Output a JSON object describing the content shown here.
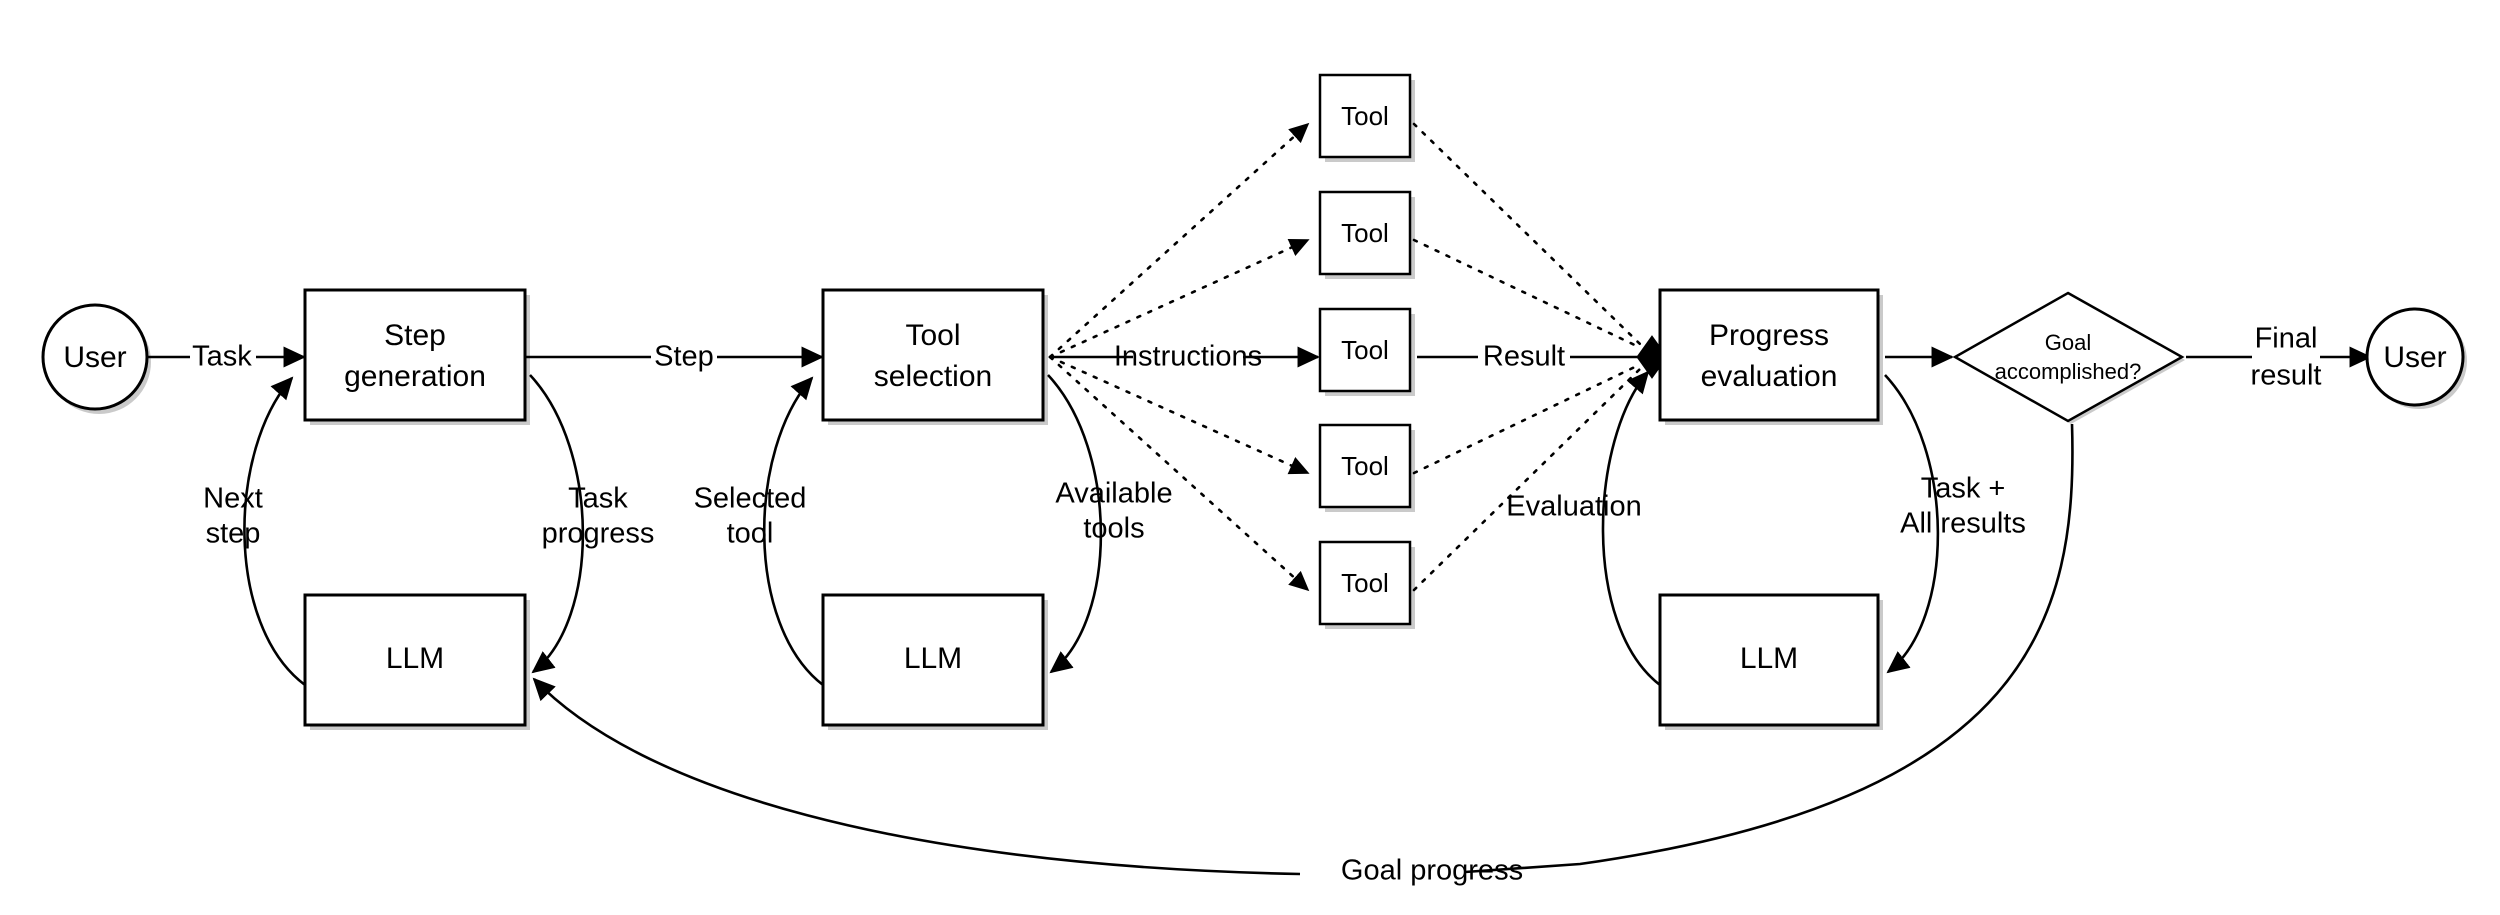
{
  "diagram": {
    "title": "Agentic LLM task execution loop",
    "colors": {
      "stroke": "#000000",
      "fill": "#ffffff",
      "shadow": "#b8b8b8"
    },
    "actors": {
      "user_start": "User",
      "user_end": "User"
    },
    "stages": [
      {
        "id": "step-generation",
        "line1": "Step",
        "line2": "generation"
      },
      {
        "id": "tool-selection",
        "line1": "Tool",
        "line2": "selection"
      },
      {
        "id": "progress-evaluation",
        "line1": "Progress",
        "line2": "evaluation"
      }
    ],
    "llm_nodes": [
      {
        "id": "llm-step-generation",
        "label": "LLM"
      },
      {
        "id": "llm-tool-selection",
        "label": "LLM"
      },
      {
        "id": "llm-progress-evaluation",
        "label": "LLM"
      }
    ],
    "tools": [
      {
        "id": "tool-1",
        "label": "Tool",
        "active": false
      },
      {
        "id": "tool-2",
        "label": "Tool",
        "active": false
      },
      {
        "id": "tool-3",
        "label": "Tool",
        "active": true
      },
      {
        "id": "tool-4",
        "label": "Tool",
        "active": false
      },
      {
        "id": "tool-5",
        "label": "Tool",
        "active": false
      }
    ],
    "decision": {
      "id": "goal-accomplished",
      "line1": "Goal",
      "line2": "accomplished?"
    },
    "edge_labels": {
      "task": "Task",
      "step": "Step",
      "instructions": "Instructions",
      "result": "Result",
      "final_result_line1": "Final",
      "final_result_line2": "result",
      "next_step_line1": "Next",
      "next_step_line2": "step",
      "task_progress_line1": "Task",
      "task_progress_line2": "progress",
      "selected_tool_line1": "Selected",
      "selected_tool_line2": "tool",
      "available_tools_line1": "Available",
      "available_tools_line2": "tools",
      "evaluation": "Evaluation",
      "task_all_results_line1": "Task +",
      "task_all_results_line2": "All results",
      "goal_progress": "Goal progress"
    }
  }
}
